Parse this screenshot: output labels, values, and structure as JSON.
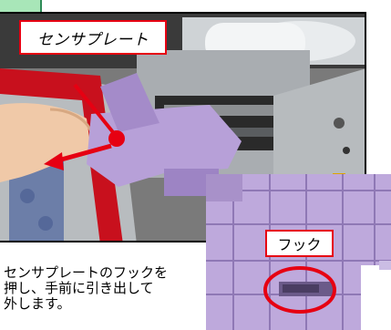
{
  "callout": {
    "sensor_plate": "センサプレート",
    "hook": "フック"
  },
  "instruction": {
    "line1": "センサプレートのフックを",
    "line2": "押し、手前に引き出して",
    "line3": "外します。"
  },
  "colors": {
    "accent_red": "#e60012",
    "plate_purple": "#b49ad3",
    "step_green": "#a8e6b8"
  }
}
